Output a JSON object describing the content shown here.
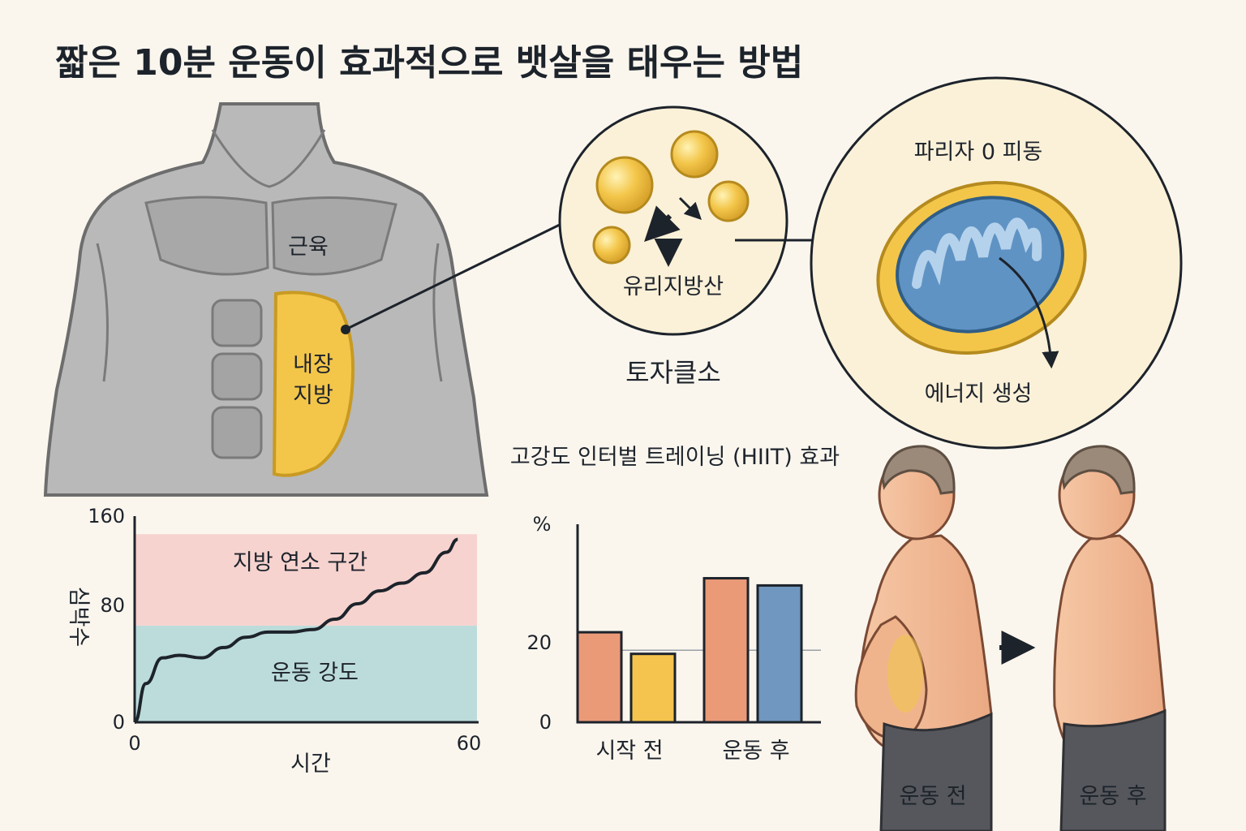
{
  "title": "짧은 10분 운동이 효과적으로 뱃살을 태우는 방법",
  "body_diagram": {
    "muscle_label": "근육",
    "fat_label_line1": "내장",
    "fat_label_line2": "지방"
  },
  "fat_cell": {
    "label": "유리지방산",
    "caption": "토자클소"
  },
  "mitochondria": {
    "title": "파리자 0 피동",
    "caption": "에너지 생성"
  },
  "colors": {
    "fat_yellow": "#f3c64a",
    "zone_red": "#f6d3cf",
    "zone_teal": "#bcdcdb",
    "bar_orange": "#eb9a78",
    "bar_yellow": "#f4c44e",
    "bar_blue": "#6f97bf",
    "mito_blue": "#5f93c4"
  },
  "chart_data": [
    {
      "type": "line",
      "title": "",
      "xlabel": "시간",
      "ylabel": "심박수",
      "xlim": [
        0,
        60
      ],
      "ylim": [
        0,
        160
      ],
      "x_ticks": [
        "0",
        "60"
      ],
      "y_ticks": [
        "0",
        "80",
        "160"
      ],
      "zones": [
        {
          "name": "운동 강도",
          "from": 0,
          "to": 75
        },
        {
          "name": "지방 연소 구간",
          "from": 75,
          "to": 146
        }
      ],
      "series": [
        {
          "x": [
            0,
            2,
            5,
            8,
            12,
            16,
            20,
            24,
            28,
            32,
            36,
            40,
            44,
            48,
            52,
            56,
            58
          ],
          "y": [
            0,
            30,
            50,
            52,
            50,
            58,
            66,
            70,
            70,
            72,
            80,
            92,
            102,
            108,
            116,
            132,
            142
          ]
        }
      ]
    },
    {
      "type": "bar",
      "title": "고강도 인터벌 트레이닝 (HIIT) 효과",
      "ylabel": "%",
      "ylim": [
        0,
        55
      ],
      "y_ticks": [
        "0",
        "20"
      ],
      "categories": [
        "시작 전",
        "운동 후"
      ],
      "series": [
        {
          "values": [
            25,
            40
          ]
        },
        {
          "values": [
            19,
            38
          ]
        }
      ]
    }
  ],
  "comparison": {
    "before_label": "운동 전",
    "after_label": "운동 후"
  }
}
